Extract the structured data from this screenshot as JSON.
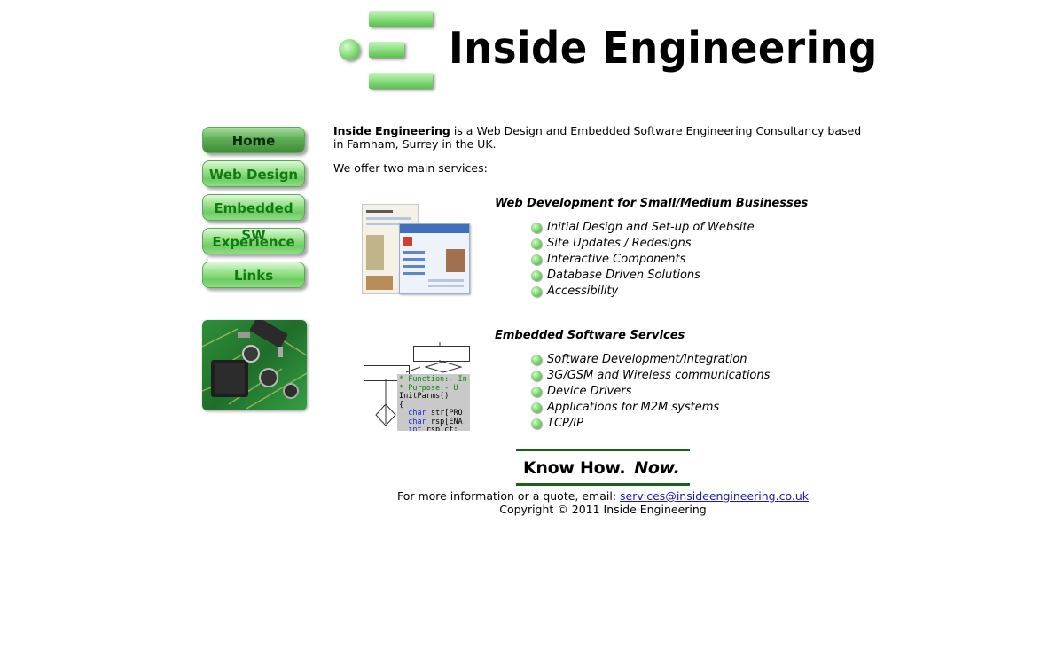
{
  "site": {
    "logo_text": "Inside Engineering"
  },
  "nav": {
    "items": [
      {
        "label": "Home",
        "active": true
      },
      {
        "label": "Web Design",
        "active": false
      },
      {
        "label": "Embedded SW",
        "active": false
      },
      {
        "label": "Experience",
        "active": false
      },
      {
        "label": "Links",
        "active": false
      }
    ]
  },
  "intro": {
    "company": "Inside Engineering",
    "sentence_rest": " is a Web Design and Embedded Software Engineering Consultancy based in Farnham, Surrey in the UK.",
    "services_lead": "We offer two main services:"
  },
  "services": [
    {
      "heading": "Web Development for Small/Medium Businesses",
      "items": [
        "Initial Design and Set-up of Website",
        "Site Updates / Redesigns",
        "Interactive Components",
        "Database Driven Solutions",
        "Accessibility"
      ]
    },
    {
      "heading": "Embedded Software Services",
      "items": [
        "Software Development/Integration",
        "3G/GSM and Wireless communications",
        "Device Drivers",
        "Applications for M2M systems",
        "TCP/IP"
      ]
    }
  ],
  "footer": {
    "tagline_part1": "Know How.",
    "tagline_part2": "Now.",
    "contact_text": "For more information or a quote, email: ",
    "email": "services@insideengineering.co.uk",
    "copyright": "Copyright © 2011 Inside Engineering"
  },
  "colors": {
    "accent_green": "#6fcc63",
    "dark_green": "#1c5e1c",
    "nav_text": "#117a11",
    "link": "#1a1ab0"
  }
}
